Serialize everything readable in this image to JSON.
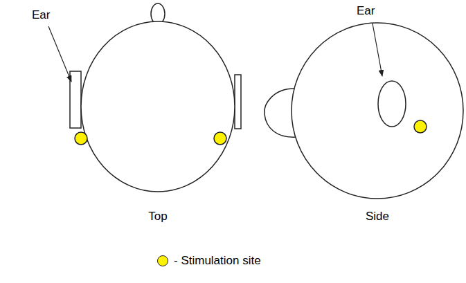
{
  "diagram": {
    "labels": [
      "Ear",
      "Ear",
      "Top",
      "Side"
    ],
    "legend": [
      {
        "text": "- Stimulation site",
        "color": "#fff200"
      }
    ]
  }
}
